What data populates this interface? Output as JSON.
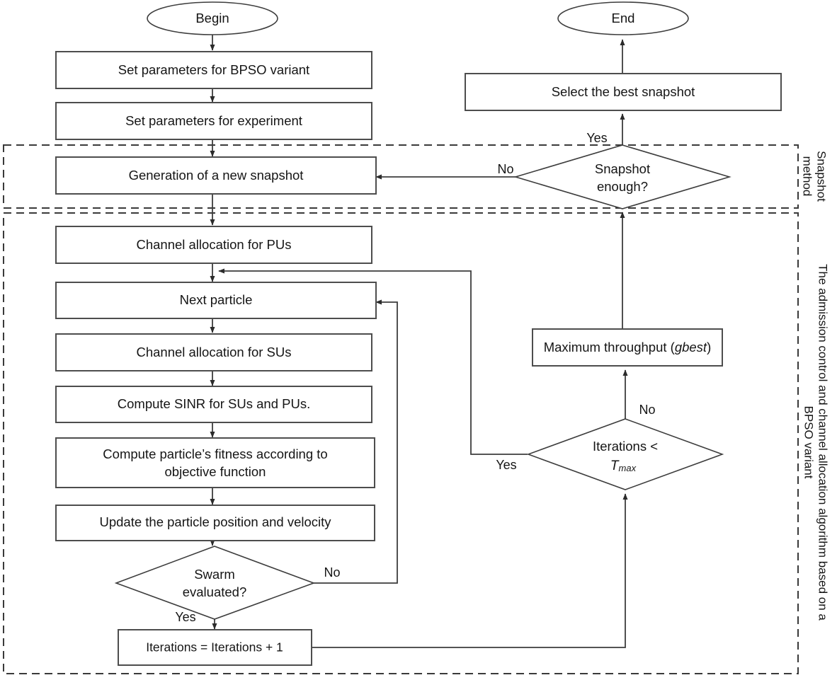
{
  "diagram": {
    "title": "Flowchart of the admission control and channel allocation algorithm based on a BPSO variant",
    "type": "flowchart",
    "nodes": [
      {
        "id": "begin",
        "shape": "terminator",
        "label": "Begin"
      },
      {
        "id": "set_bpso",
        "shape": "process",
        "label": "Set parameters for BPSO variant"
      },
      {
        "id": "set_exp",
        "shape": "process",
        "label": "Set parameters for experiment"
      },
      {
        "id": "gen_snapshot",
        "shape": "process",
        "label": "Generation of a new snapshot"
      },
      {
        "id": "chan_pu",
        "shape": "process",
        "label": "Channel allocation for PUs"
      },
      {
        "id": "next_particle",
        "shape": "process",
        "label": "Next particle"
      },
      {
        "id": "chan_su",
        "shape": "process",
        "label": "Channel allocation for SUs"
      },
      {
        "id": "sinr",
        "shape": "process",
        "label": "Compute SINR for SUs and PUs."
      },
      {
        "id": "fitness",
        "shape": "process",
        "label_line1": "Compute particle’s fitness according to",
        "label_line2": "objective function"
      },
      {
        "id": "update",
        "shape": "process",
        "label": "Update the particle position and velocity"
      },
      {
        "id": "swarm",
        "shape": "decision",
        "label_line1": "Swarm",
        "label_line2": "evaluated?"
      },
      {
        "id": "iter_inc",
        "shape": "process",
        "label": "Iterations = Iterations + 1"
      },
      {
        "id": "iter_check",
        "shape": "decision",
        "label_line1": "Iterations <",
        "label_line2_base": "T",
        "label_line2_sub": "max"
      },
      {
        "id": "max_tp",
        "shape": "process",
        "label_base": "Maximum throughput  (",
        "label_italic": "gbest",
        "label_tail": ")"
      },
      {
        "id": "snap_enough",
        "shape": "decision",
        "label_line1": "Snapshot",
        "label_line2": "enough?"
      },
      {
        "id": "select_best",
        "shape": "process",
        "label": "Select the best snapshot"
      },
      {
        "id": "end",
        "shape": "terminator",
        "label": "End"
      }
    ],
    "edge_labels": {
      "swarm_no": "No",
      "swarm_yes": "Yes",
      "iter_no": "No",
      "iter_yes": "Yes",
      "snap_no": "No",
      "snap_yes": "Yes"
    },
    "groups": [
      {
        "id": "snapshot_method",
        "label": "Snapshot\nmethod",
        "label_line1": "Snapshot",
        "label_line2": "method"
      },
      {
        "id": "bpso_algorithm",
        "label_line1": "The admission control and channel allocation  algorithm based on a",
        "label_line2": "BPSO variant"
      }
    ],
    "colors": {
      "background": "#ffffff",
      "node_stroke": "#4d4d4d",
      "edge_stroke": "#3d3d3d",
      "text": "#151515",
      "group_stroke": "#3a3a3a"
    }
  }
}
